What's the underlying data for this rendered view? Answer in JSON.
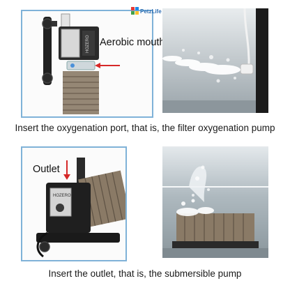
{
  "brand": {
    "logo_text": "Petz Life World",
    "colors": [
      "#e53935",
      "#43a047",
      "#1e88e5",
      "#fbc02d"
    ]
  },
  "top_section": {
    "pump_label": "Aerobic mouth",
    "device_model_text": "HOZERO",
    "caption": "Insert the oxygenation port, that is, the filter oxygenation pump"
  },
  "bottom_section": {
    "pump_label": "Outlet",
    "device_model_text": "HOZERO",
    "caption": "Insert the outlet, that is, the submersible pump"
  },
  "colors": {
    "frame_blue": "#7fb2d8",
    "arrow_red": "#d62828",
    "water_gray": "#b9c3c9",
    "pump_black": "#1f1f1f",
    "filter_brown": "#8a7a66"
  }
}
